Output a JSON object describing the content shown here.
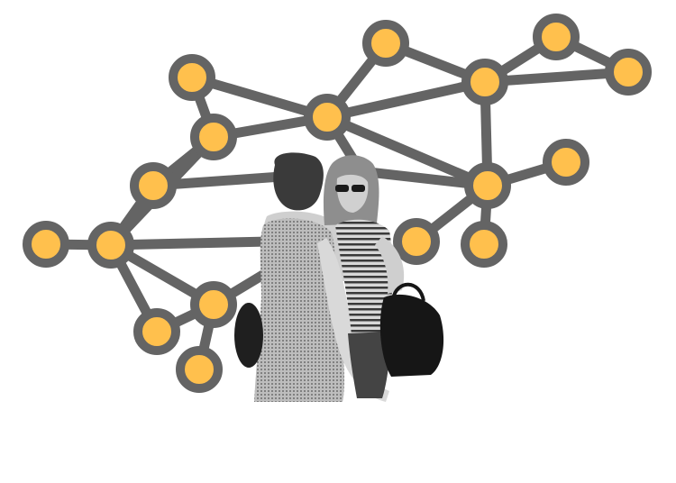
{
  "colors": {
    "edge": "#646464",
    "node_fill": "#FFC04D",
    "node_stroke": "#646464",
    "background": "#FFFFFF",
    "photo_dark": "#2b2b2b",
    "photo_mid": "#8a8a8a",
    "photo_light": "#d2d2d2"
  },
  "graph": {
    "node_count": 21,
    "edges": [
      [
        "n_tl",
        "n_ml"
      ],
      [
        "n_tl",
        "n_c"
      ],
      [
        "n_ml",
        "n_c"
      ],
      [
        "n_c",
        "n_top"
      ],
      [
        "n_top",
        "n_tr"
      ],
      [
        "n_c",
        "n_tr"
      ],
      [
        "n_tr",
        "n_fr1"
      ],
      [
        "n_tr",
        "n_fr2"
      ],
      [
        "n_fr1",
        "n_fr2"
      ],
      [
        "n_c",
        "n_r"
      ],
      [
        "n_tr",
        "n_r"
      ],
      [
        "n_r",
        "n_rr"
      ],
      [
        "n_r",
        "n_rb"
      ],
      [
        "n_r",
        "n_hidden"
      ],
      [
        "n_ml",
        "n_l2"
      ],
      [
        "n_l2",
        "n_l1"
      ],
      [
        "n_l1",
        "n_l0"
      ],
      [
        "n_l1",
        "n_ml"
      ],
      [
        "n_l1",
        "n_b1"
      ],
      [
        "n_l1",
        "n_b2"
      ],
      [
        "n_b1",
        "n_b2"
      ],
      [
        "n_b1",
        "n_b3"
      ],
      [
        "n_l2",
        "n_p1"
      ],
      [
        "n_l1",
        "n_p2"
      ],
      [
        "n_b1",
        "n_p3"
      ],
      [
        "n_c",
        "n_p4"
      ],
      [
        "n_p4",
        "n_r"
      ]
    ]
  },
  "photo": {
    "subject": "two-women-talking",
    "style": "grayscale-cutout"
  }
}
